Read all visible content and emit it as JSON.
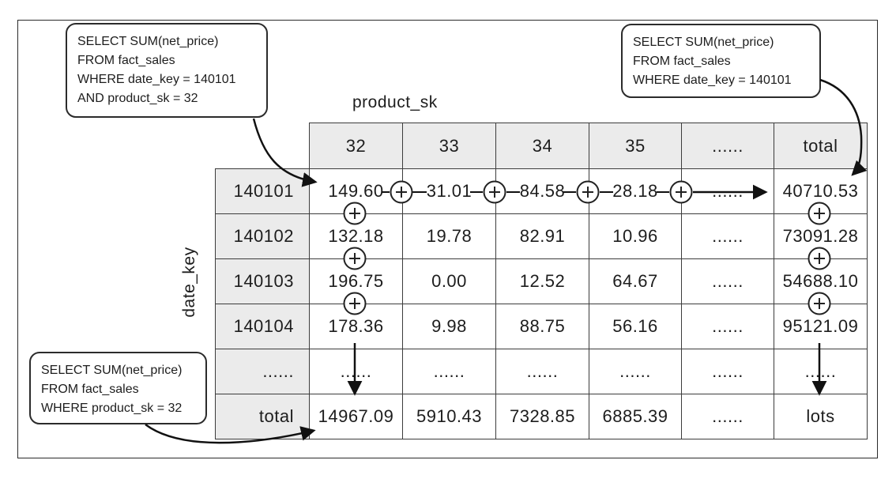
{
  "callouts": {
    "top_left": {
      "lines": [
        "SELECT SUM(net_price)",
        "FROM fact_sales",
        "WHERE date_key = 140101",
        "AND product_sk = 32"
      ]
    },
    "top_right": {
      "lines": [
        "SELECT SUM(net_price)",
        "FROM fact_sales",
        "WHERE date_key = 140101"
      ]
    },
    "bottom_left": {
      "lines": [
        "SELECT SUM(net_price)",
        "FROM fact_sales",
        "WHERE product_sk = 32"
      ]
    }
  },
  "axes": {
    "column_label": "product_sk",
    "row_label": "date_key"
  },
  "table": {
    "column_headers": [
      "32",
      "33",
      "34",
      "35",
      "......",
      "total"
    ],
    "row_headers": [
      "140101",
      "140102",
      "140103",
      "140104",
      "......",
      "total"
    ],
    "rows": [
      [
        "149.60",
        "31.01",
        "84.58",
        "28.18",
        "......",
        "40710.53"
      ],
      [
        "132.18",
        "19.78",
        "82.91",
        "10.96",
        "......",
        "73091.28"
      ],
      [
        "196.75",
        "0.00",
        "12.52",
        "64.67",
        "......",
        "54688.10"
      ],
      [
        "178.36",
        "9.98",
        "88.75",
        "56.16",
        "......",
        "95121.09"
      ],
      [
        "......",
        "......",
        "......",
        "......",
        "......",
        "......"
      ],
      [
        "14967.09",
        "5910.43",
        "7328.85",
        "6885.39",
        "......",
        "lots"
      ]
    ]
  },
  "icons": {
    "plus_operator": "+"
  },
  "colors": {
    "header_fill": "#ebebeb",
    "border": "#3c3c3c",
    "arrow": "#111111",
    "text": "#1d1d1d",
    "background": "#ffffff"
  }
}
